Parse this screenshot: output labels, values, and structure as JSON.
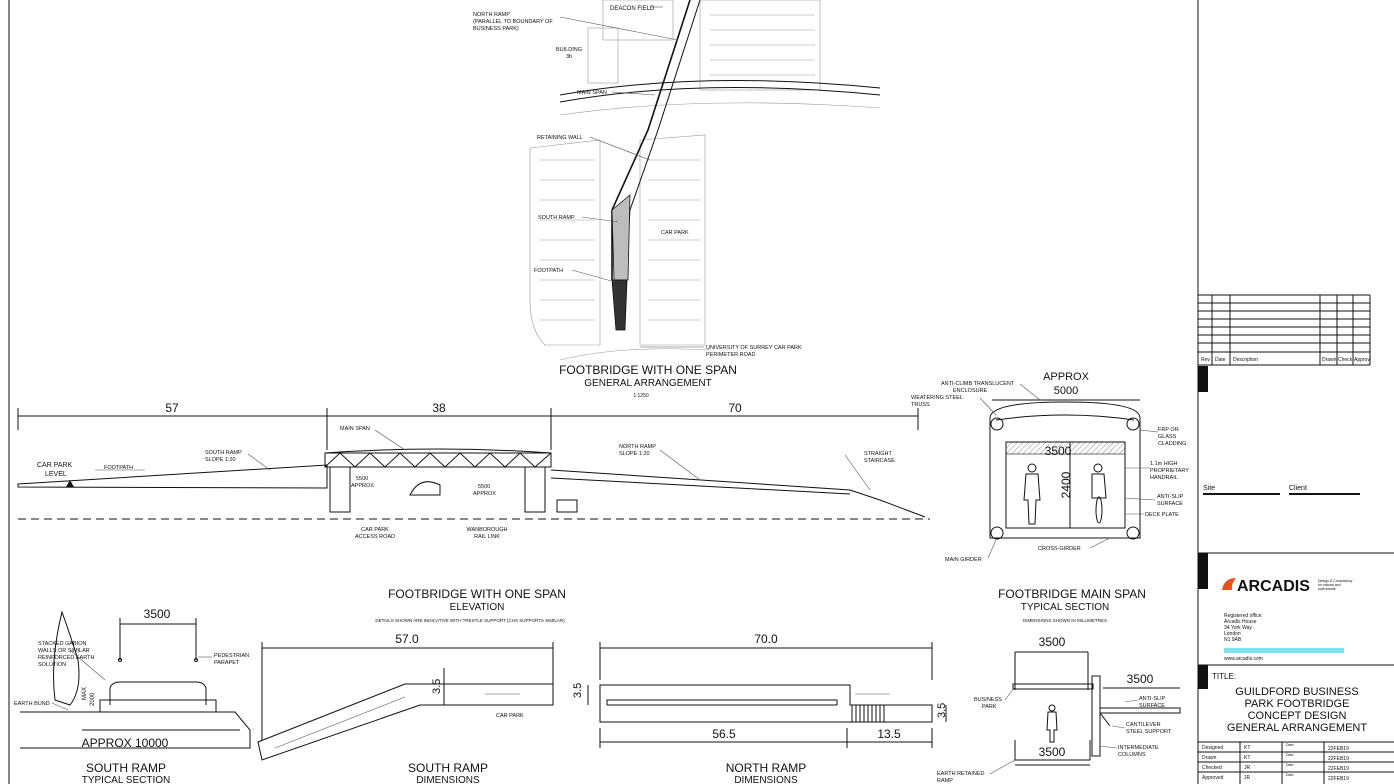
{
  "plan": {
    "labels": {
      "deacon_field": "DEACON FIELD",
      "north_ramp_1": "NORTH RAMP",
      "north_ramp_2": "(PARALLEL TO BOUNDARY OF",
      "north_ramp_3": "BUSINESS PARK)",
      "building_1": "BUILDING",
      "building_2": "3b",
      "main_span": "MAIN SPAN",
      "retaining_wall": "RETAINING WALL",
      "south_ramp": "SOUTH RAMP",
      "car_park": "CAR PARK",
      "footpath": "FOOTPATH",
      "uni_1": "UNIVERSITY OF SURREY CAR PARK",
      "uni_2": "PERIMETER ROAD"
    },
    "title_1": "FOOTBRIDGE WITH ONE SPAN",
    "title_2": "GENERAL ARRANGEMENT",
    "scale": "1:1250"
  },
  "elevation": {
    "dims": {
      "left": "57",
      "mid": "38",
      "right": "70"
    },
    "labels": {
      "car_park_level_1": "CAR PARK",
      "car_park_level_2": "LEVEL",
      "footpath": "FOOTPATH",
      "south_ramp_1": "SOUTH RAMP",
      "south_ramp_2": "SLOPE 1:20",
      "main_span": "MAIN SPAN",
      "north_ramp_1": "NORTH RAMP",
      "north_ramp_2": "SLOPE 1:20",
      "staircase_1": "STRAIGHT",
      "staircase_2": "STAIRCASE",
      "clear_a_1": "5500",
      "clear_a_2": "APPROX",
      "clear_b_1": "5500",
      "clear_b_2": "APPROX",
      "access_1": "CAR PARK",
      "access_2": "ACCESS ROAD",
      "rail_1": "WANBOROUGH",
      "rail_2": "RAIL LINK"
    },
    "title_1": "FOOTBRIDGE WITH ONE SPAN",
    "title_2": "ELEVATION",
    "note": "DETAILS SHOWN ARE INDICATIVE WITH TRESTLE SUPPORT (CHS SUPPORTS SIMILAR)"
  },
  "section": {
    "approx": "APPROX",
    "width": "5000",
    "inner_width": "3500",
    "inner_height": "2400",
    "labels": {
      "enclosure_1": "ANTI-CLIMB TRANSLUCENT",
      "enclosure_2": "ENCLOSURE",
      "truss_1": "WEATERING STEEL",
      "truss_2": "TRUSS",
      "frp_1": "FRP OR",
      "frp_2": "GLASS",
      "frp_3": "CLADDING",
      "handrail_1": "1.1m HIGH",
      "handrail_2": "PROPRIETARY",
      "handrail_3": "HANDRAIL",
      "antislip_1": "ANTI-SLIP",
      "antislip_2": "SURFACE",
      "deck_plate": "DECK PLATE",
      "cross_girder": "CROSS-GIRDER",
      "main_girder": "MAIN GIRDER"
    },
    "title_1": "FOOTBRIDGE MAIN SPAN",
    "title_2": "TYPICAL SECTION",
    "note": "DIMENSIONS SHOWN IN MILLIMETRES"
  },
  "south_section": {
    "width": "3500",
    "max": "MAX",
    "max_val": "2000",
    "approx": "APPROX 10000",
    "labels": {
      "gabion_1": "STACKED GABION",
      "gabion_2": "WALLS OR SIMILAR",
      "gabion_3": "REINFORCED EARTH",
      "gabion_4": "SOLUTION",
      "parapet_1": "PEDESTRIAN",
      "parapet_2": "PARAPET",
      "bund": "EARTH BUND"
    },
    "title_1": "SOUTH RAMP",
    "title_2": "TYPICAL SECTION"
  },
  "south_dims": {
    "length": "57.0",
    "width": "3.5",
    "car_park": "CAR PARK",
    "title_1": "SOUTH RAMP",
    "title_2": "DIMENSIONS"
  },
  "north_dims": {
    "length": "70.0",
    "width_left": "3.5",
    "width_right": "3.5",
    "ramp_len": "56.5",
    "stair_len": "13.5",
    "title_1": "NORTH RAMP",
    "title_2": "DIMENSIONS"
  },
  "cantilever": {
    "top_width": "3500",
    "side_width": "3500",
    "bottom_width": "3500",
    "labels": {
      "business_1": "BUSINESS",
      "business_2": "PARK",
      "antislip_1": "ANTI-SLIP",
      "antislip_2": "SURFACE",
      "cant_1": "CANTILEVER",
      "cant_2": "STEEL SUPPORT",
      "col_1": "INTERMEDIATE",
      "col_2": "COLUMNS",
      "earth_1": "EARTH RETAINED",
      "earth_2": "RAMP"
    }
  },
  "title_block": {
    "rev_headers": [
      "Rev",
      "Date",
      "Description",
      "Drawn",
      "Check",
      "Approv"
    ],
    "site_label": "Site",
    "client_label": "Client",
    "logo_text": "ARCADIS",
    "logo_tag_1": "Design & Consultancy",
    "logo_tag_2": "for natural and",
    "logo_tag_3": "built assets",
    "office": [
      "Registered office:",
      "Arcadis House",
      "34 York Way",
      "London",
      "N1 9AB"
    ],
    "website": "www.arcadis.com",
    "title_label": "TITLE:",
    "title_lines": [
      "GUILDFORD BUSINESS",
      "PARK FOOTBRIDGE",
      "CONCEPT DESIGN",
      "GENERAL ARRANGEMENT"
    ],
    "signoff": [
      {
        "role": "Designed",
        "name": "KT",
        "date_label": "Date",
        "date": "22FEB19"
      },
      {
        "role": "Drawn",
        "name": "KT",
        "date_label": "Date",
        "date": "22FEB19"
      },
      {
        "role": "Checked",
        "name": "JR",
        "date_label": "Date",
        "date": "22FEB19"
      },
      {
        "role": "Approved",
        "name": "JR",
        "date_label": "Date",
        "date": "22FEB19"
      }
    ],
    "colors": {
      "logo_orange": "#e8501e",
      "accent_cyan": "#7fe3f0"
    }
  }
}
